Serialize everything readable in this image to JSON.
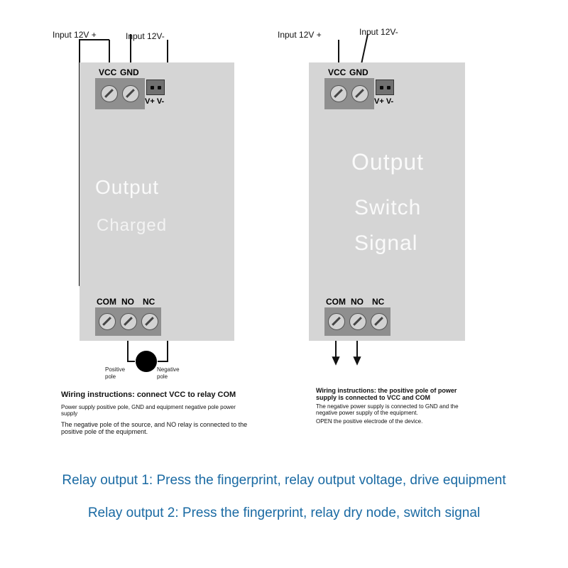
{
  "left_diagram": {
    "input_positive": "Input 12V +",
    "input_negative": "Input 12V-",
    "terminal_top": [
      "VCC",
      "GND"
    ],
    "connector_label": "V+ V-",
    "body_lines": [
      "Output",
      "Charged"
    ],
    "terminal_bottom": [
      "COM",
      "NO",
      "NC"
    ],
    "positive_pole": "Positive pole",
    "negative_pole": "Negative pole",
    "wiring_title": "Wiring instructions: connect VCC to relay COM",
    "wiring_note_1": "Power supply positive pole, GND and equipment negative pole power supply",
    "wiring_note_2": "The negative pole of the source, and NO relay is connected to the positive pole of the equipment."
  },
  "right_diagram": {
    "input_positive": "Input 12V +",
    "input_negative": "Input 12V-",
    "terminal_top": [
      "VCC",
      "GND"
    ],
    "connector_label": "V+ V-",
    "body_lines": [
      "Output",
      "Switch",
      "Signal"
    ],
    "terminal_bottom": [
      "COM",
      "NO",
      "NC"
    ],
    "wiring_title": "Wiring instructions: the positive pole of power supply is connected to VCC and COM",
    "wiring_note_1": "The negative power supply is connected to GND and the negative power supply of the equipment.",
    "wiring_note_2": "OPEN the positive electrode of the device."
  },
  "footer": {
    "relay_output_1": "Relay output 1: Press the fingerprint, relay output voltage, drive equipment",
    "relay_output_2": "Relay output 2: Press the fingerprint, relay dry node, switch signal"
  },
  "colors": {
    "module_body": "#d5d5d5",
    "terminal_block": "#8f8f8f",
    "wire": "#111111",
    "footer_text": "#1a6aa3"
  }
}
